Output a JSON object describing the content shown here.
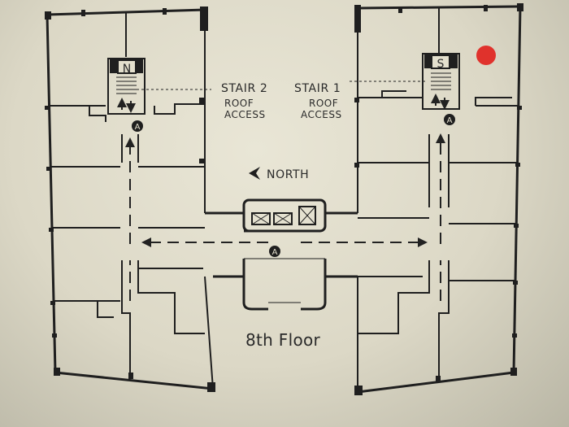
{
  "floor_title": "8th Floor",
  "compass": {
    "label": "NORTH",
    "arrow_icon": "arrow-left-icon"
  },
  "stairs": [
    {
      "marker": "N",
      "name": "STAIR 2",
      "note_line1": "ROOF",
      "note_line2": "ACCESS"
    },
    {
      "marker": "S",
      "name": "STAIR 1",
      "note_line1": "ROOF",
      "note_line2": "ACCESS"
    }
  ],
  "accessibility_marker": "A",
  "colors": {
    "paper": "#e3dfcd",
    "ink": "#1e1e1e",
    "location_dot": "#e0322c"
  }
}
